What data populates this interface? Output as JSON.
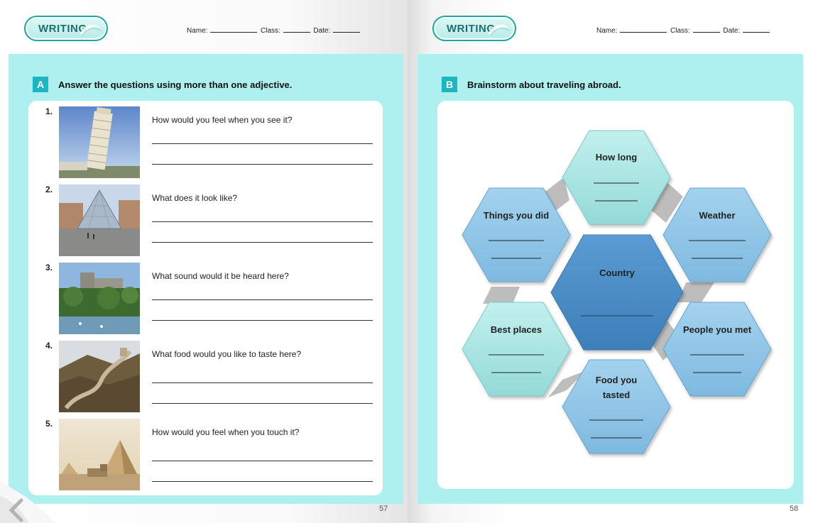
{
  "left_page": {
    "badge": "WRITING",
    "fields": {
      "name": "Name:",
      "class": "Class:",
      "date": "Date:"
    },
    "section": {
      "letter": "A",
      "title": "Answer the questions using more than one adjective."
    },
    "questions": [
      {
        "num": "1.",
        "text": "How would you feel when you see it?",
        "photo": "leaning-tower-of-pisa"
      },
      {
        "num": "2.",
        "text": "What does it look like?",
        "photo": "louvre-pyramid"
      },
      {
        "num": "3.",
        "text": "What sound would it be heard here?",
        "photo": "windsor-castle"
      },
      {
        "num": "4.",
        "text": "What food would you like to taste here?",
        "photo": "great-wall"
      },
      {
        "num": "5.",
        "text": "How would you feel when you touch it?",
        "photo": "pyramids-sphinx"
      }
    ],
    "page_number": "57"
  },
  "right_page": {
    "badge": "WRITING",
    "fields": {
      "name": "Name:",
      "class": "Class:",
      "date": "Date:"
    },
    "section": {
      "letter": "B",
      "title": "Brainstorm about traveling abroad."
    },
    "hexagons": {
      "center": "Country",
      "top": "How long",
      "top_left": "Things you did",
      "top_right": "Weather",
      "bottom_left": "Best places",
      "bottom_right": "People you met",
      "bottom_line1": "Food you",
      "bottom_line2": "tasted"
    },
    "colors": {
      "center": "#4a8bc4",
      "dark_hex": "#8ec5e6",
      "light_hex": "#a7e6e4",
      "panel": "#aeeff0"
    },
    "page_number": "58"
  },
  "icons": {
    "page_curl_back": "chevron-left-icon"
  }
}
